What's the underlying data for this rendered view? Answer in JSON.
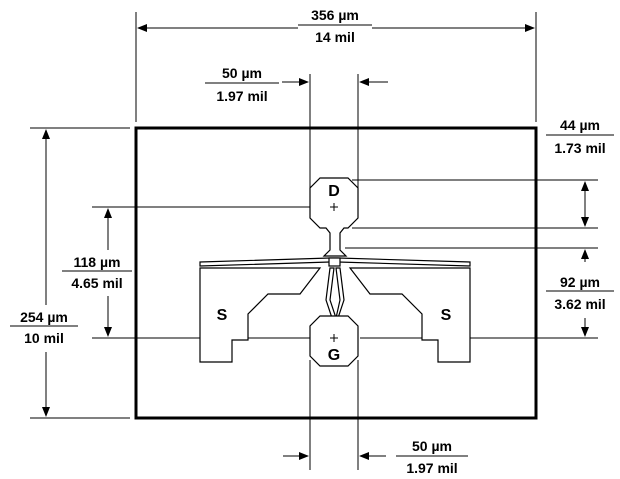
{
  "dimensions": {
    "width_top": {
      "value": "356 µm",
      "alt": "14 mil"
    },
    "gate_pad_top": {
      "value": "50 µm",
      "alt": "1.97 mil"
    },
    "pad_height": {
      "value": "44 µm",
      "alt": "1.73 mil"
    },
    "offset_left": {
      "value": "118 µm",
      "alt": "4.65 mil"
    },
    "offset_right": {
      "value": "92 µm",
      "alt": "3.62 mil"
    },
    "height_left": {
      "value": "254 µm",
      "alt": "10 mil"
    },
    "gate_pad_bottom": {
      "value": "50 µm",
      "alt": "1.97 mil"
    }
  },
  "pads": {
    "drain": "D",
    "gate": "G",
    "source_left": "S",
    "source_right": "S"
  }
}
